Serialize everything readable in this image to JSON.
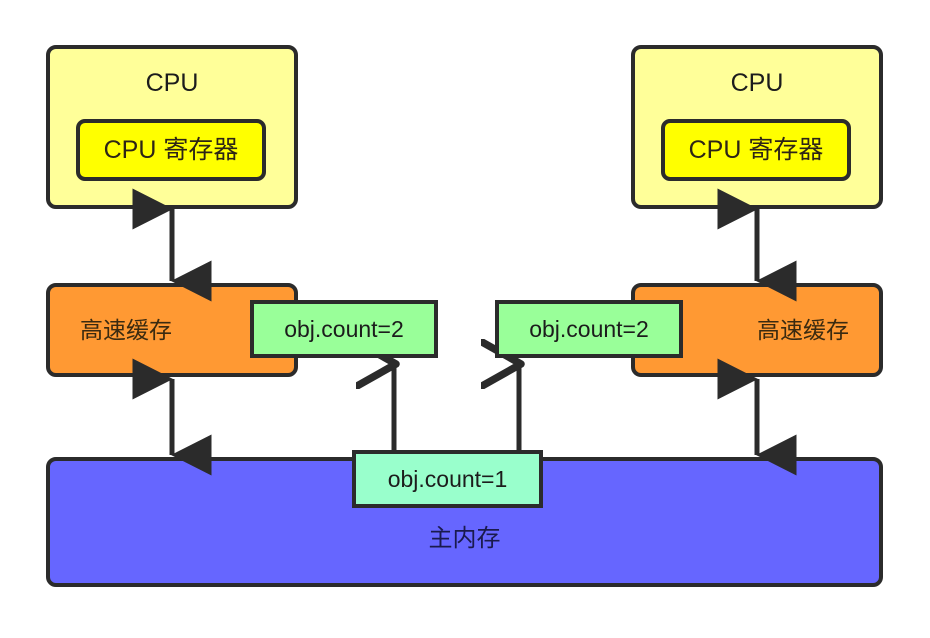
{
  "diagram": {
    "title": "CPU cache coherence / main memory visibility diagram",
    "colors": {
      "cpu_fill": "#FFFF99",
      "register_fill": "#FFFF00",
      "cache_fill": "#FF9933",
      "memory_fill": "#6666FF",
      "cache_value_fill": "#99FF99",
      "memory_value_fill": "#99FFCC",
      "stroke": "#2B2B2B",
      "background": "#FFFFFF"
    }
  },
  "cpus": [
    {
      "id": "cpu-left",
      "title": "CPU",
      "register_label": "CPU 寄存器"
    },
    {
      "id": "cpu-right",
      "title": "CPU",
      "register_label": "CPU 寄存器"
    }
  ],
  "caches": [
    {
      "id": "cache-left",
      "label": "高速缓存",
      "value": "obj.count=2"
    },
    {
      "id": "cache-right",
      "label": "高速缓存",
      "value": "obj.count=2"
    }
  ],
  "memory": {
    "label": "主内存",
    "value": "obj.count=1"
  },
  "connectors": [
    {
      "id": "cpu-left-to-cache-left",
      "type": "double-arrow-vertical"
    },
    {
      "id": "cpu-right-to-cache-right",
      "type": "double-arrow-vertical"
    },
    {
      "id": "cache-left-to-memory",
      "type": "double-arrow-vertical"
    },
    {
      "id": "cache-right-to-memory",
      "type": "double-arrow-vertical"
    },
    {
      "id": "memory-value-to-cache-left-value",
      "type": "single-arrow-up"
    },
    {
      "id": "memory-value-to-cache-right-value",
      "type": "single-arrow-up"
    }
  ]
}
